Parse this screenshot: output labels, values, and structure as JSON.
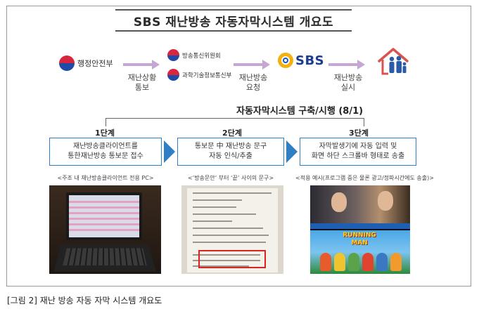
{
  "title": "SBS 재난방송 자동자막시스템 개요도",
  "agencies": {
    "mois": "행정안전부",
    "kcc": "방송통신위원회",
    "msit": "과학기술정보통신부",
    "sbs": "SBS"
  },
  "flow_labels": {
    "step1": "재난상황\n통보",
    "step2": "재난방송\n요청",
    "step3": "재난방송\n실시"
  },
  "system_title": "자동자막시스템 구축/시행 (8/1)",
  "stages": [
    {
      "label": "1단계",
      "text": "재난방송클라이언트를\n통한재난방송 통보문 접수",
      "caption": "<주조 내  재난방송클라이언트  전용 PC>"
    },
    {
      "label": "2단계",
      "text": "통보문 中 재난방송 문구\n자동 인식/추출",
      "caption": "<‘방송문안’ 부터 ‘끝’ 사이의 문구>"
    },
    {
      "label": "3단계",
      "text": "자막발생기에 자동 입력 및\n화면 하단 스크롤바 형태로 송출",
      "caption": "<적용 예시(프로그램 중은 물론 광고/정파시간에도 송출)>"
    }
  ],
  "tv_logo": "RUNNING\nMAN",
  "figure_caption": "[그림 2] 재난 방송 자동 자막 시스템 개요도",
  "colors": {
    "arrow": "#c6a6d3",
    "stage_border": "#2f7fc6",
    "home_icon": "#d9534f",
    "family_icon": "#2a5aa8",
    "highlight": "#dd2222"
  }
}
